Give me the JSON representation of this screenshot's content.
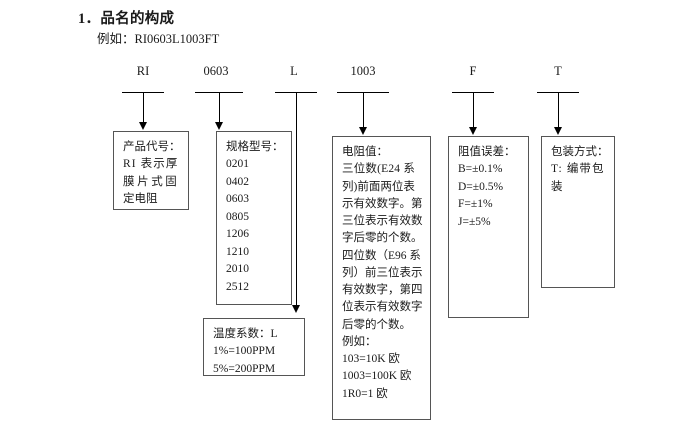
{
  "heading": {
    "number": "1．",
    "title": "品名的构成",
    "example_label": "例如：RI0603L1003FT"
  },
  "part_number_segments": [
    {
      "code": "RI",
      "meaning": "product-code"
    },
    {
      "code": "0603",
      "meaning": "size-code"
    },
    {
      "code": "L",
      "meaning": "temperature-coefficient"
    },
    {
      "code": "1003",
      "meaning": "resistance-value"
    },
    {
      "code": "F",
      "meaning": "tolerance"
    },
    {
      "code": "T",
      "meaning": "packaging"
    }
  ],
  "boxes": {
    "product_code": {
      "lines": [
        "产品代号：",
        "RI 表示厚",
        "膜片式固",
        "定电阻"
      ]
    },
    "size_code": {
      "header": "规格型号：",
      "values": [
        "0201",
        "0402",
        "0603",
        "0805",
        "1206",
        "1210",
        "2010",
        "2512"
      ]
    },
    "temperature_coefficient": {
      "lines": [
        "温度系数：L",
        "1%=100PPM",
        "5%=200PPM"
      ]
    },
    "resistance_value": {
      "lines": [
        "电阻值：",
        "三位数(E24 系",
        "列)前面两位表",
        "示有效数字。第",
        "三位表示有效数",
        "字后零的个数。",
        "四位数（E96 系",
        "列）前三位表示",
        "有效数字，第四",
        "位表示有效数字",
        "后零的个数。",
        "例如：",
        "103=10K 欧",
        "1003=100K 欧",
        "1R0=1 欧"
      ]
    },
    "tolerance": {
      "lines": [
        "阻值误差：",
        "B=±0.1%",
        "D=±0.5%",
        "F=±1%",
        "J=±5%"
      ]
    },
    "packaging": {
      "lines": [
        "包装方式：",
        "T: 编带包",
        "装"
      ]
    }
  },
  "colors": {
    "text": "#1a1a1a",
    "line": "#000000",
    "box_border": "#555555",
    "background": "#ffffff"
  }
}
